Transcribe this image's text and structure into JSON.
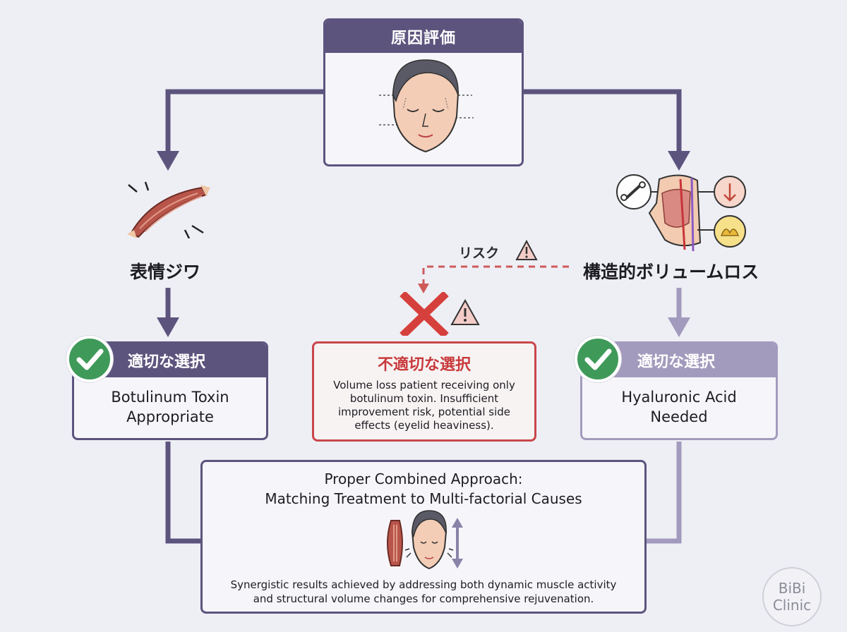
{
  "top": {
    "title": "原因評価"
  },
  "left": {
    "label": "表情ジワ",
    "header": "適切な選択",
    "result": [
      "Botulinum Toxin",
      "Appropriate"
    ]
  },
  "right": {
    "label": "構造的ボリュームロス",
    "header": "適切な選択",
    "result": [
      "Hyaluronic Acid",
      "Needed"
    ]
  },
  "risk": {
    "label": "リスク"
  },
  "middle": {
    "title": "不適切な選択",
    "desc": [
      "Volume loss patient receiving only",
      "botulinum toxin. Insufficient",
      "improvement risk, potential side",
      "effects (eyelid heaviness)."
    ]
  },
  "bottom": {
    "title": [
      "Proper Combined Approach:",
      "Matching Treatment to Multi-factorial Causes"
    ],
    "desc": [
      "Synergistic results achieved by addressing both dynamic muscle activity",
      "and structural volume changes for comprehensive rejuvenation."
    ]
  },
  "logo": {
    "line1": "BiBi",
    "line2": "Clinic"
  },
  "colors": {
    "primary": "#5d547e",
    "secondary": "#a39bbd",
    "warning": "#c9474a",
    "success": "#3f9a5a"
  },
  "icons": [
    "face-icon",
    "muscle-icon",
    "facial-anatomy-icon",
    "bone-icon",
    "down-arrow-icon",
    "fat-volume-icon",
    "check-icon",
    "cross-icon",
    "warning-icon",
    "vertical-arrow-icon"
  ]
}
